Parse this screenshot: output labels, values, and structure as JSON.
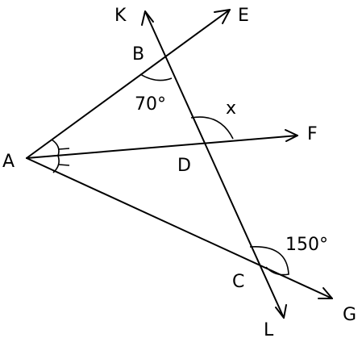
{
  "points": {
    "A": "A",
    "B": "B",
    "C": "C",
    "D": "D",
    "E": "E",
    "F": "F",
    "G": "G",
    "K": "K",
    "L": "L"
  },
  "angles": {
    "angle_B": "70°",
    "angle_x": "x",
    "angle_C": "150°"
  }
}
